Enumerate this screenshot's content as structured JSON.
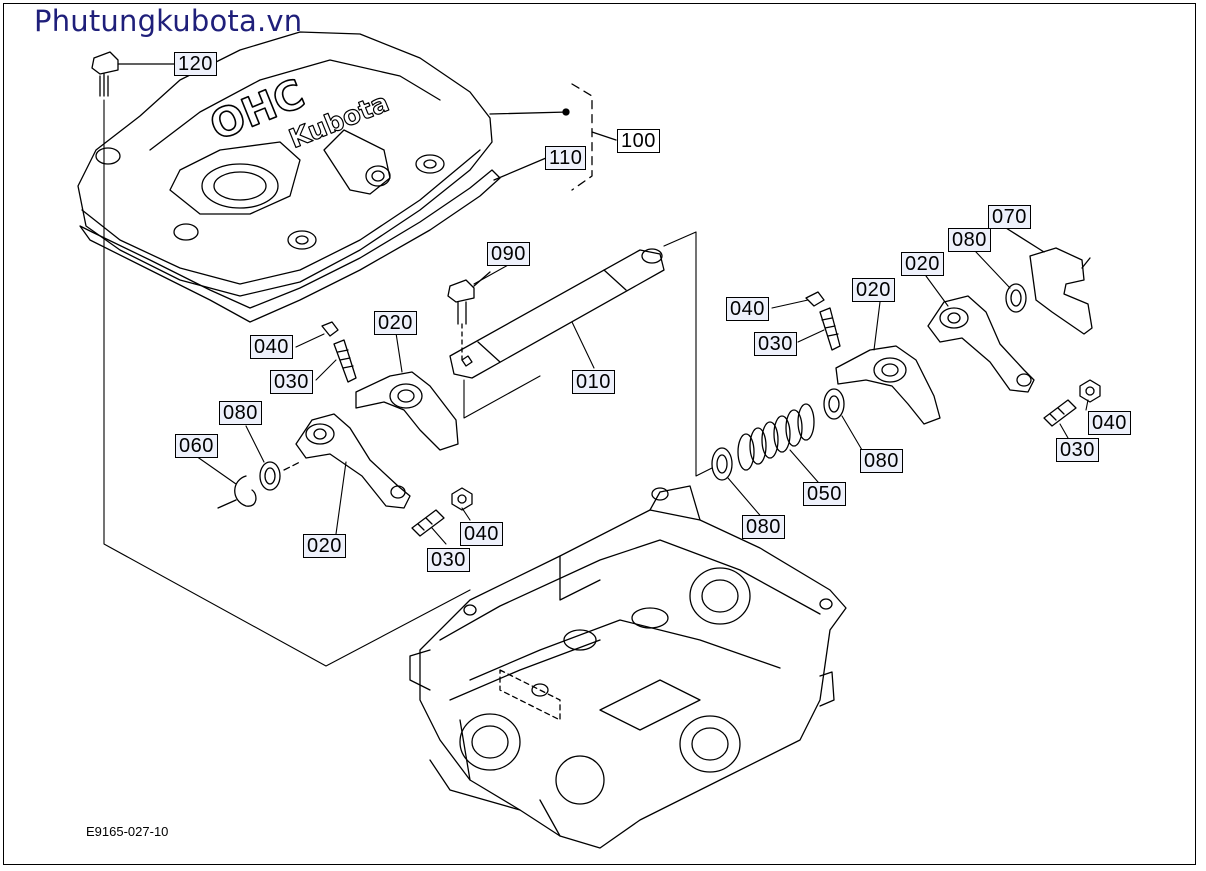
{
  "watermark": "Phutungkubota.vn",
  "diagram_code": "E9165-027-10",
  "colors": {
    "watermark": "#1f1f7a",
    "label_bg": "#eef1fb",
    "line": "#000000"
  },
  "callouts": {
    "c120": "120",
    "c100": "100",
    "c110": "110",
    "c090": "090",
    "c070": "070",
    "c080_a": "080",
    "c020_a": "020",
    "c020_b": "020",
    "c040_a": "040",
    "c030_a": "030",
    "c020_c": "020",
    "c040_b": "040",
    "c030_b": "030",
    "c010": "010",
    "c080_b": "080",
    "c060": "060",
    "c040_c": "040",
    "c030_c": "030",
    "c080_c": "080",
    "c050": "050",
    "c080_d": "080",
    "c020_d": "020",
    "c040_d": "040",
    "c030_d": "030"
  }
}
